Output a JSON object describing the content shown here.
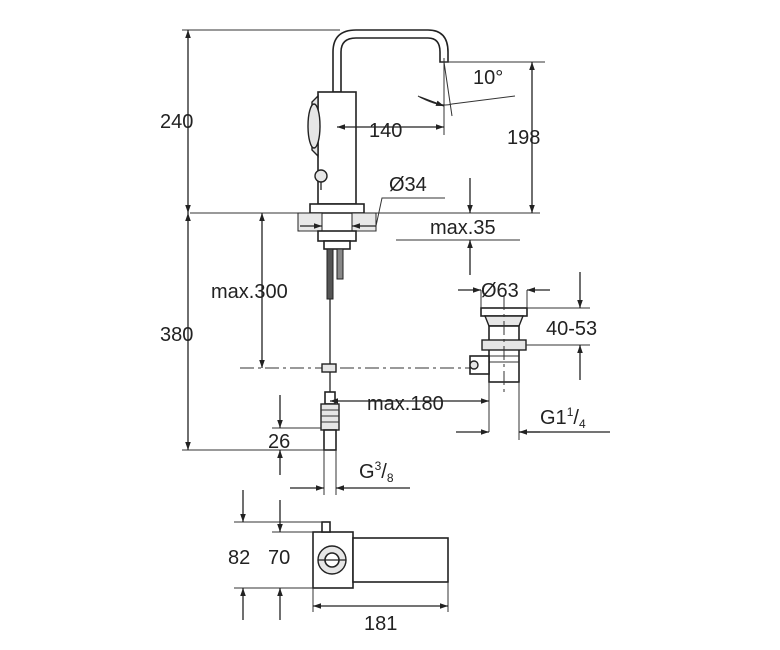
{
  "dimensions": {
    "total_height": "240",
    "spout_angle": "10°",
    "spout_reach": "140",
    "spout_height": "198",
    "body_diameter": "Ø34",
    "max_deck_thickness": "max.35",
    "max_rod_length": "max.300",
    "below_deck": "380",
    "waste_diameter": "Ø63",
    "waste_height": "40-53",
    "max_rod_reach": "max.180",
    "waste_thread_main": "G1",
    "waste_thread_num": "1",
    "waste_thread_den": "4",
    "connector_length": "26",
    "connector_thread_main": "G",
    "connector_thread_num": "3",
    "connector_thread_den": "8",
    "top_view_depth_outer": "82",
    "top_view_depth_inner": "70",
    "top_view_length": "181"
  }
}
